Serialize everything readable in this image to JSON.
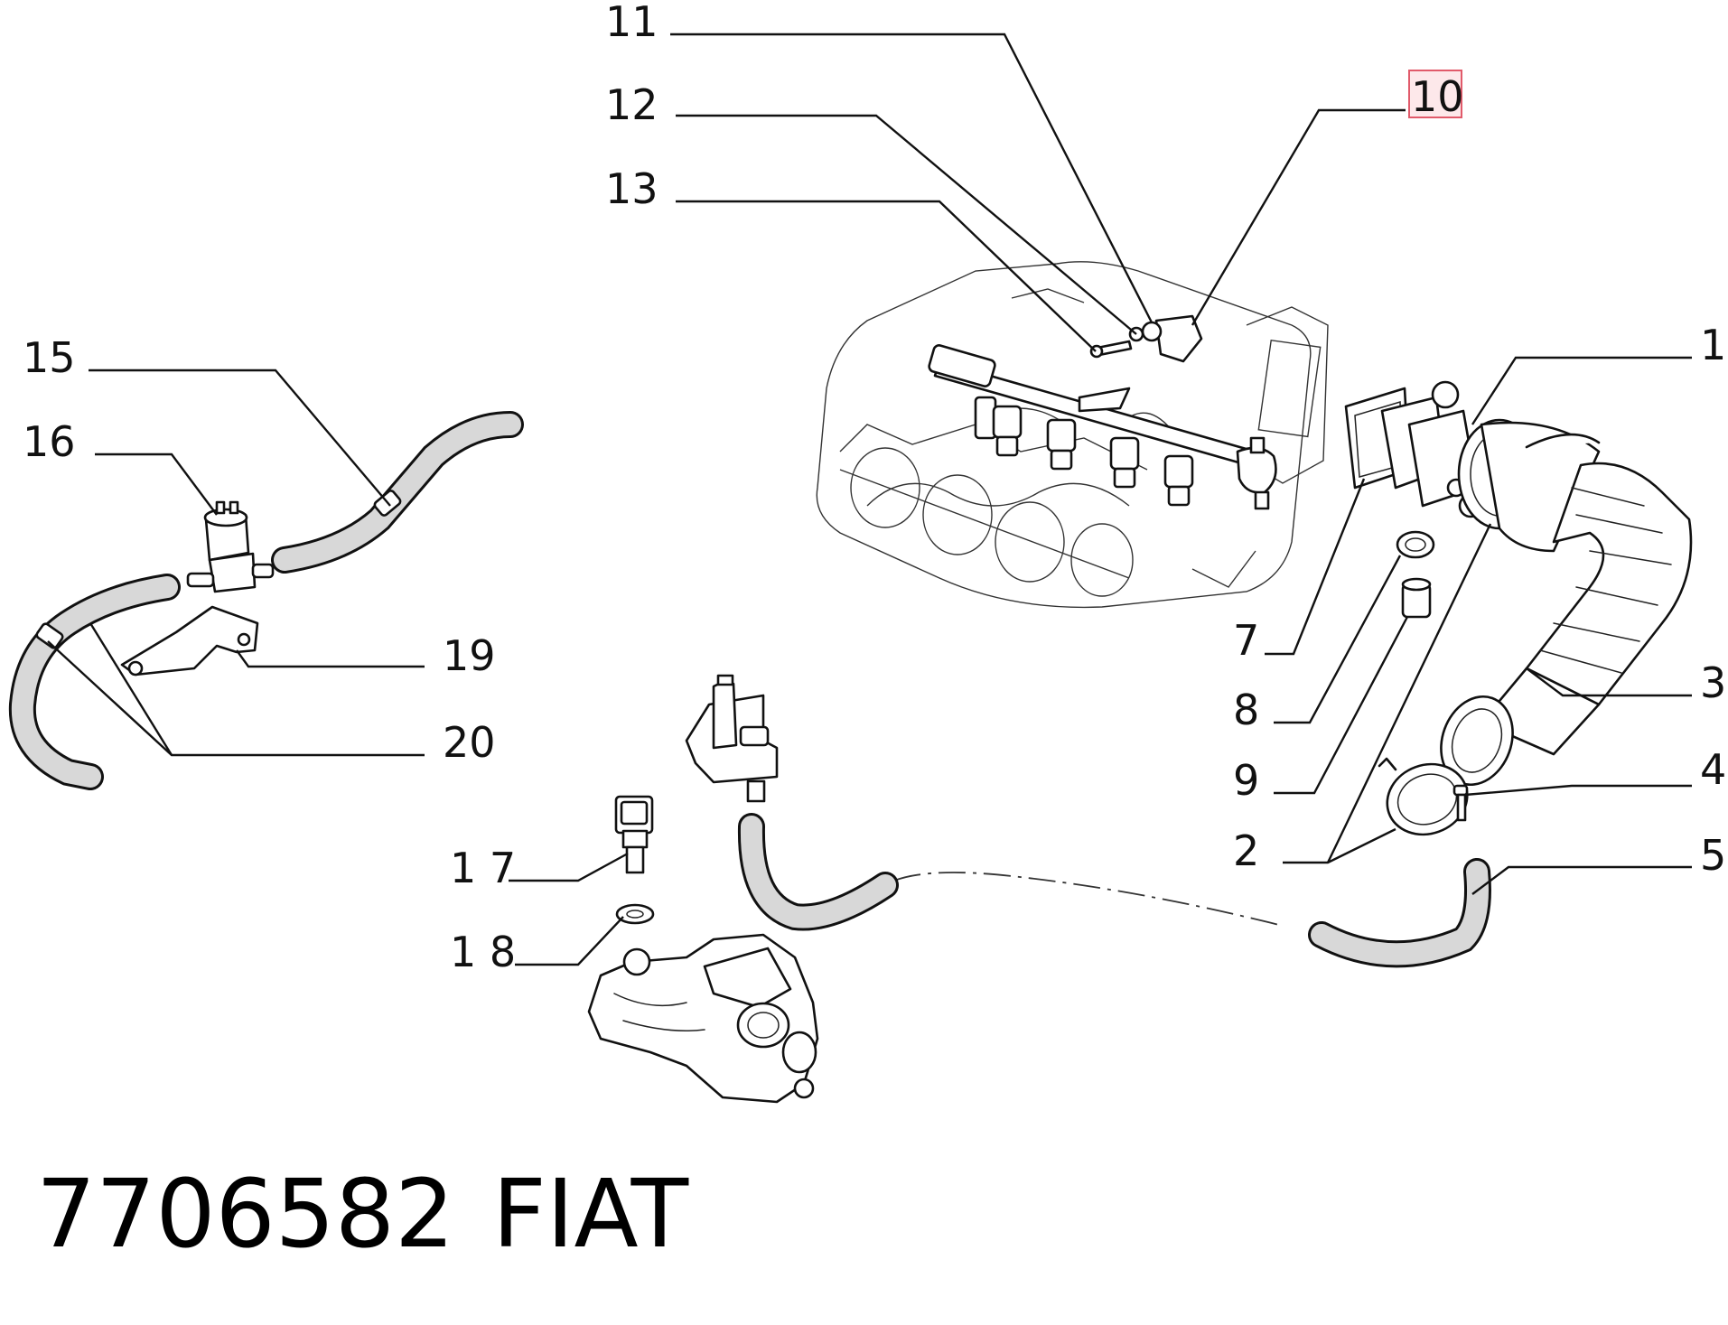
{
  "callouts": [
    {
      "id": "1",
      "label": "1"
    },
    {
      "id": "2",
      "label": "2"
    },
    {
      "id": "3",
      "label": "3"
    },
    {
      "id": "4",
      "label": "4"
    },
    {
      "id": "5",
      "label": "5"
    },
    {
      "id": "7",
      "label": "7"
    },
    {
      "id": "8",
      "label": "8"
    },
    {
      "id": "9",
      "label": "9"
    },
    {
      "id": "10",
      "label": "10",
      "highlighted": true
    },
    {
      "id": "11",
      "label": "11"
    },
    {
      "id": "12",
      "label": "12"
    },
    {
      "id": "13",
      "label": "13"
    },
    {
      "id": "15",
      "label": "15"
    },
    {
      "id": "16",
      "label": "16"
    },
    {
      "id": "17",
      "label": "1 7"
    },
    {
      "id": "18",
      "label": "1 8"
    },
    {
      "id": "19",
      "label": "19"
    },
    {
      "id": "20",
      "label": "20"
    }
  ],
  "footer": {
    "part_number": "7706582",
    "brand": "FIAT"
  },
  "colors": {
    "line": "#111111",
    "highlight_fill": "#fde8ea",
    "highlight_stroke": "#e15a6a"
  }
}
